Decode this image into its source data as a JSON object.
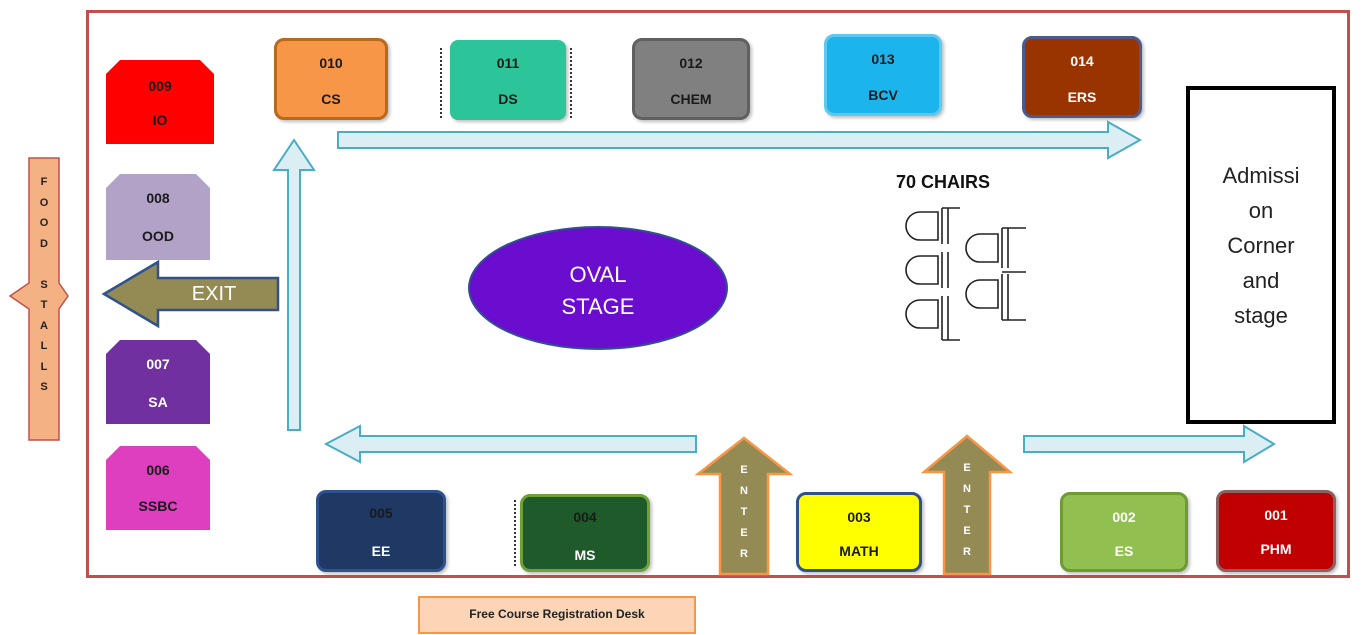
{
  "booths": {
    "b009": {
      "code": "009",
      "name": "IO",
      "fill": "#ff0000",
      "text": "#ffffff"
    },
    "b008": {
      "code": "008",
      "name": "OOD",
      "fill": "#b3a2c7",
      "text": "#1a1a1a"
    },
    "b007": {
      "code": "007",
      "name": "SA",
      "fill": "#7030a0",
      "text": "#ffffff"
    },
    "b006": {
      "code": "006",
      "name": "SSBC",
      "fill": "#dd3fbf",
      "text": "#1a1a1a"
    },
    "b010": {
      "code": "010",
      "name": "CS",
      "fill": "#f79646",
      "text": "#1a1a1a"
    },
    "b011": {
      "code": "011",
      "name": "DS",
      "fill": "#2bc599",
      "text": "#1a1a1a"
    },
    "b012": {
      "code": "012",
      "name": "CHEM",
      "fill": "#808080",
      "text": "#1a1a1a"
    },
    "b013": {
      "code": "013",
      "name": "BCV",
      "fill": "#1cb4ec",
      "text": "#1a1a1a"
    },
    "b014": {
      "code": "014",
      "name": "ERS",
      "fill": "#993300",
      "text": "#ffffff"
    },
    "b005": {
      "code": "005",
      "name": "EE",
      "fill": "#1f3864",
      "text": "#ffffff"
    },
    "b004": {
      "code": "004",
      "name": "MS",
      "fill": "#1e5a2a",
      "text": "#ffffff"
    },
    "b003": {
      "code": "003",
      "name": "MATH",
      "fill": "#ffff00",
      "text": "#1a1a1a"
    },
    "b002": {
      "code": "002",
      "name": "ES",
      "fill": "#92c050",
      "text": "#ffffff"
    },
    "b001": {
      "code": "001",
      "name": "PHM",
      "fill": "#c00000",
      "text": "#ffffff"
    }
  },
  "food_stalls": {
    "letters": [
      "F",
      "O",
      "O",
      "D",
      "",
      "S",
      "T",
      "A",
      "L",
      "L",
      "S"
    ],
    "fill": "#f4b183"
  },
  "exit": {
    "label": "EXIT",
    "fill": "#948a54"
  },
  "enter": {
    "letters": [
      "E",
      "N",
      "T",
      "E",
      "R"
    ],
    "fill": "#948a54"
  },
  "stage": {
    "line1": "OVAL",
    "line2": "STAGE",
    "fill": "#6a0dcf"
  },
  "chairs": {
    "label": "70 CHAIRS"
  },
  "admission": {
    "lines": [
      "Admissi",
      "on",
      "Corner",
      "and",
      "stage"
    ]
  },
  "registration": {
    "label": "Free Course Registration Desk",
    "fill": "#fbd5b5"
  },
  "colors": {
    "border": "#c0504d",
    "path_arrow": "#dbeef4",
    "path_arrow_stroke": "#4bacc6"
  }
}
